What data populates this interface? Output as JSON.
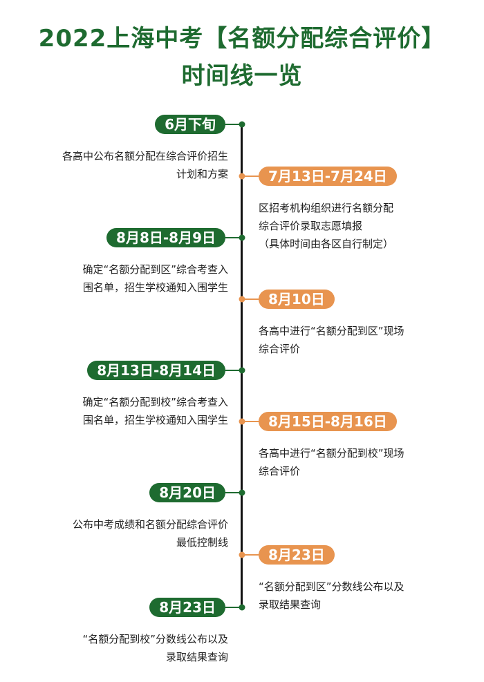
{
  "title": {
    "line1": "2022上海中考【名额分配综合评价】",
    "line2": "时间线一览"
  },
  "colors": {
    "primary_green": "#1e6b30",
    "accent_orange": "#e8944f"
  },
  "timeline": [
    {
      "date": "6月下旬",
      "side": "left",
      "color": "green",
      "desc": [
        "各高中公布名额分配在综合评价招生",
        "计划和方案"
      ]
    },
    {
      "date": "7月13日-7月24日",
      "side": "right",
      "color": "orange",
      "desc": [
        "区招考机构组织进行名额分配",
        "综合评价录取志愿填报",
        "（具体时间由各区自行制定）"
      ]
    },
    {
      "date": "8月8日-8月9日",
      "side": "left",
      "color": "green",
      "desc": [
        "确定“名额分配到区”综合考查入",
        "围名单，招生学校通知入围学生"
      ]
    },
    {
      "date": "8月10日",
      "side": "right",
      "color": "orange",
      "desc": [
        "各高中进行“名额分配到区”现场",
        "综合评价"
      ]
    },
    {
      "date": "8月13日-8月14日",
      "side": "left",
      "color": "green",
      "desc": [
        "确定“名额分配到校”综合考查入",
        "围名单，招生学校通知入围学生"
      ]
    },
    {
      "date": "8月15日-8月16日",
      "side": "right",
      "color": "orange",
      "desc": [
        "各高中进行“名额分配到校”现场",
        "综合评价"
      ]
    },
    {
      "date": "8月20日",
      "side": "left",
      "color": "green",
      "desc": [
        "公布中考成绩和名额分配综合评价",
        "最低控制线"
      ]
    },
    {
      "date": "8月23日",
      "side": "right",
      "color": "orange",
      "desc": [
        "“名额分配到区”分数线公布以及",
        "录取结果查询"
      ]
    },
    {
      "date": "8月23日",
      "side": "left",
      "color": "green",
      "desc": [
        "“名额分配到校”分数线公布以及",
        "录取结果查询"
      ]
    }
  ]
}
